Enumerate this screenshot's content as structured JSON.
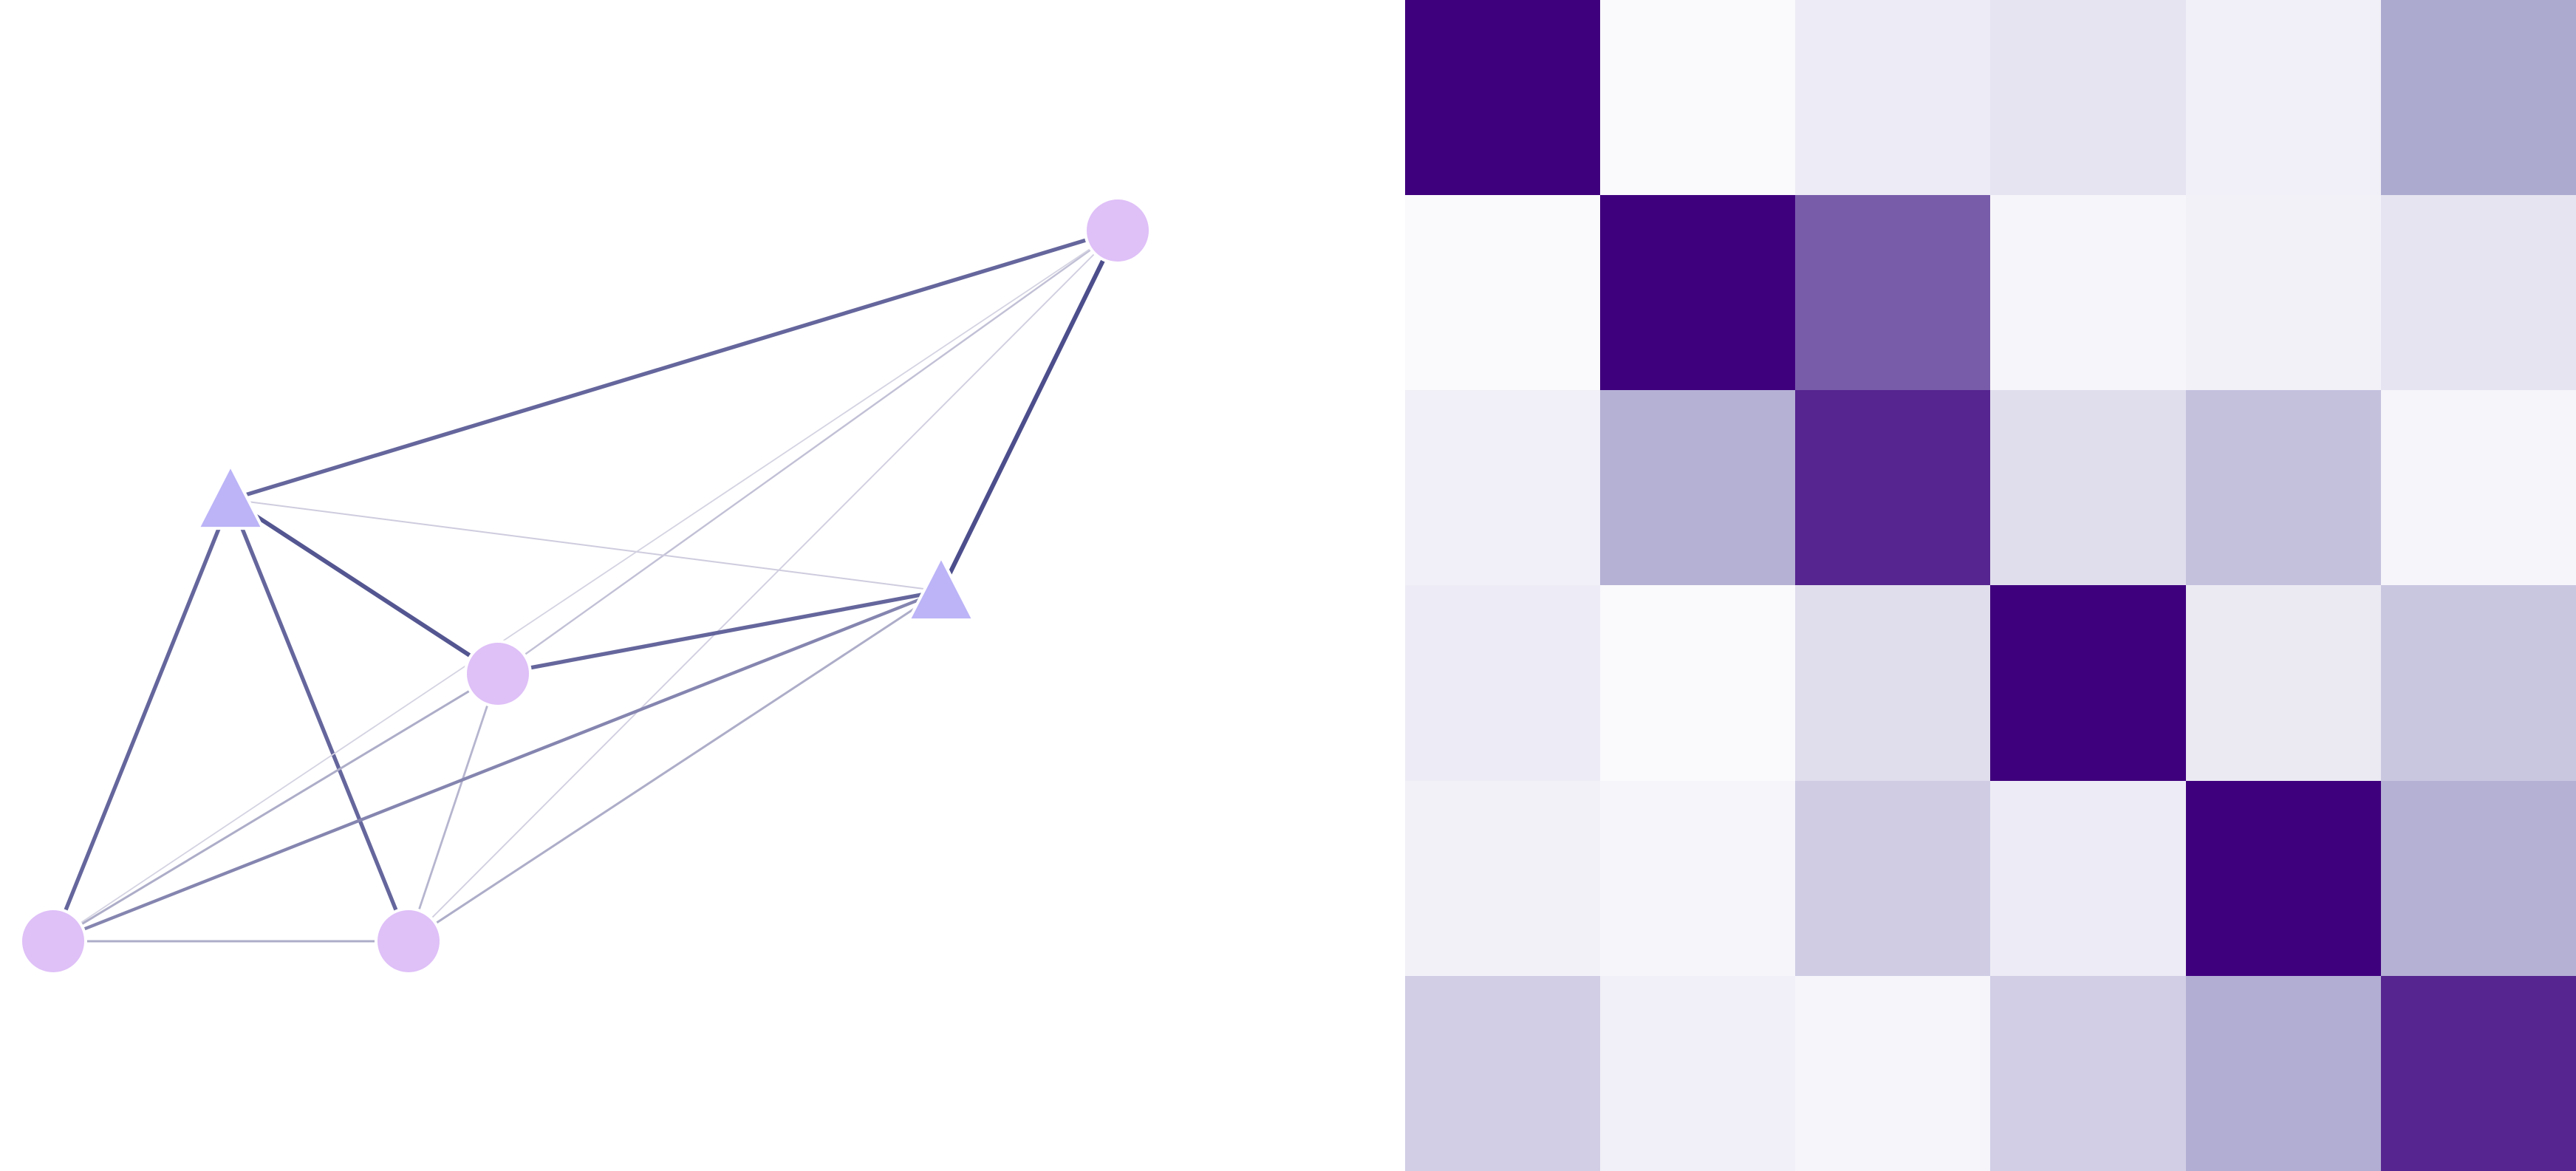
{
  "graph": {
    "nodes": [
      {
        "id": "n0",
        "shape": "circle",
        "color": "#dfc0f7"
      },
      {
        "id": "n1",
        "shape": "triangle",
        "color": "#bcb4f7"
      },
      {
        "id": "n2",
        "shape": "circle",
        "color": "#dfc0f7"
      },
      {
        "id": "n3",
        "shape": "triangle",
        "color": "#bcb4f7"
      },
      {
        "id": "n4",
        "shape": "circle",
        "color": "#dfc0f7"
      },
      {
        "id": "n5",
        "shape": "circle",
        "color": "#dfc0f7"
      }
    ],
    "edges": [
      {
        "source": "n0",
        "target": "n1",
        "weight": 0.75
      },
      {
        "source": "n0",
        "target": "n3",
        "weight": 0.35
      },
      {
        "source": "n0",
        "target": "n2",
        "weight": 0.18
      },
      {
        "source": "n0",
        "target": "n5",
        "weight": 0.08
      },
      {
        "source": "n1",
        "target": "n3",
        "weight": 0.1
      },
      {
        "source": "n1",
        "target": "n2",
        "weight": 0.85
      },
      {
        "source": "n1",
        "target": "n5",
        "weight": 0.75
      },
      {
        "source": "n1",
        "target": "n4",
        "weight": 0.75
      },
      {
        "source": "n2",
        "target": "n3",
        "weight": 0.75
      },
      {
        "source": "n2",
        "target": "n4",
        "weight": 0.3
      },
      {
        "source": "n2",
        "target": "n5",
        "weight": 0.25
      },
      {
        "source": "n3",
        "target": "n4",
        "weight": 0.55
      },
      {
        "source": "n3",
        "target": "n5",
        "weight": 0.3
      },
      {
        "source": "n3",
        "target": "n0",
        "weight": 0.9
      },
      {
        "source": "n4",
        "target": "n5",
        "weight": 0.3
      },
      {
        "source": "n4",
        "target": "n0",
        "weight": 0.06
      }
    ]
  },
  "heatmap": {
    "colors": {
      "low": "#fcfbfd",
      "high": "#3f007d"
    },
    "values": [
      [
        1.0,
        0.01,
        0.08,
        0.12,
        0.06,
        0.42
      ],
      [
        0.01,
        1.0,
        0.7,
        0.03,
        0.05,
        0.12
      ],
      [
        0.06,
        0.38,
        0.88,
        0.15,
        0.3,
        0.03
      ],
      [
        0.08,
        0.01,
        0.15,
        1.0,
        0.09,
        0.27
      ],
      [
        0.05,
        0.03,
        0.24,
        0.08,
        1.0,
        0.38
      ],
      [
        0.23,
        0.06,
        0.03,
        0.23,
        0.4,
        0.88
      ]
    ]
  }
}
